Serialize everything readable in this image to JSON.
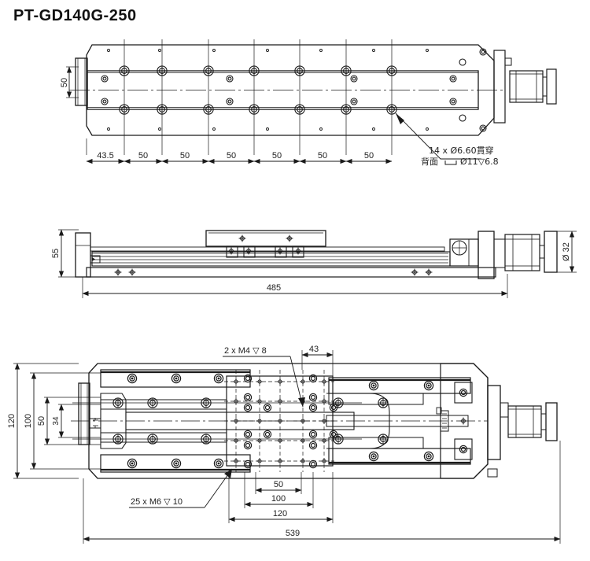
{
  "drawing": {
    "title": "PT-GD140G-250",
    "type": "engineering-dimension-drawing",
    "units": "mm",
    "line_color": "#1a1a1a",
    "background": "#ffffff",
    "views": [
      {
        "name": "top-view",
        "label": ""
      },
      {
        "name": "front-view",
        "label": ""
      },
      {
        "name": "bottom-view",
        "label": ""
      }
    ]
  },
  "top_view": {
    "vertical_dimension": "50",
    "horizontal_dimensions": [
      "43.5",
      "50",
      "50",
      "50",
      "50",
      "50",
      "50"
    ],
    "callout_line1": "14 x  Ø6.60貫穿",
    "callout_line2_prefix": "背面",
    "callout_line2_rest": "Ø11▽6.8"
  },
  "front_view": {
    "height_dimension": "55",
    "length_dimension": "485",
    "shaft_diameter": "Ø 32"
  },
  "bottom_view": {
    "callout_m4": "2 x M4 ▽ 8",
    "callout_m6": "25 x M6 ▽ 10",
    "dim_43": "43",
    "dim_50": "50",
    "dim_100": "100",
    "dim_120": "120",
    "dim_539": "539",
    "v_dim_120": "120",
    "v_dim_100": "100",
    "v_dim_50": "50",
    "v_dim_34": "34"
  }
}
